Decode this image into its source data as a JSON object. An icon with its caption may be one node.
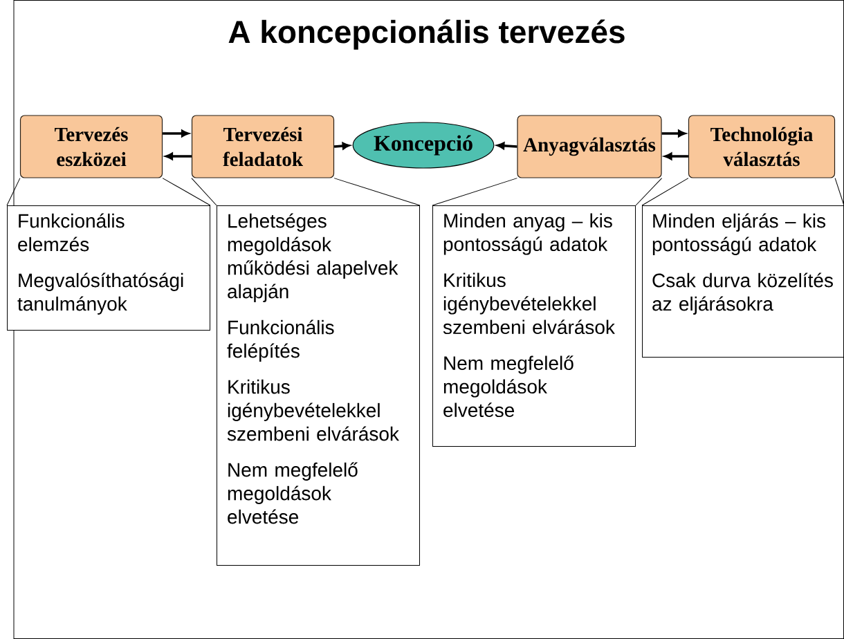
{
  "diagram": {
    "title": "A koncepcionális tervezés",
    "nodes": [
      {
        "text": [
          "Tervezés eszközei"
        ]
      },
      {
        "text": [
          "Tervezési feladatok"
        ]
      },
      {
        "text": [
          "Koncepció"
        ]
      },
      {
        "text": [
          "Anyagválasztás"
        ]
      },
      {
        "text": [
          "Technológia választás"
        ]
      },
      {
        "text": [
          "Funkcionális elemzés",
          "Megvalósíthatósági tanulmányok"
        ]
      },
      {
        "text": [
          "Lehetséges megoldások működési alapelvek alapján",
          "Funkcionális felépítés",
          "Kritikus igénybevételekkel szembeni elvárások",
          "Nem megfelelő megoldások elvetése"
        ]
      },
      {
        "text": [
          "Minden anyag – kis pontosságú adatok",
          "Kritikus igénybevételekkel szembeni elvárások",
          "Nem megfelelő megoldások elvetése"
        ]
      },
      {
        "text": [
          "Minden eljárás – kis pontosságú adatok",
          "Csak durva közelítés az eljárásokra"
        ]
      }
    ],
    "edges": [
      {
        "from": 0,
        "to": 1,
        "arrow": "to",
        "style": "thick"
      },
      {
        "from": 1,
        "to": 0,
        "arrow": "to",
        "style": "thick"
      },
      {
        "from": 1,
        "to": 2,
        "arrow": "to",
        "style": "thick"
      },
      {
        "from": 3,
        "to": 2,
        "arrow": "to",
        "style": "thick"
      },
      {
        "from": 3,
        "to": 4,
        "arrow": "to",
        "style": "thick"
      },
      {
        "from": 4,
        "to": 3,
        "arrow": "to",
        "style": "thick"
      },
      {
        "from": 0,
        "to": 5,
        "arrow": "none"
      },
      {
        "from": 0,
        "to": 5,
        "arrow": "none"
      },
      {
        "from": 1,
        "to": 6,
        "arrow": "none"
      },
      {
        "from": 1,
        "to": 6,
        "arrow": "none"
      },
      {
        "from": 3,
        "to": 7,
        "arrow": "none"
      },
      {
        "from": 3,
        "to": 7,
        "arrow": "none"
      },
      {
        "from": 4,
        "to": 8,
        "arrow": "none"
      },
      {
        "from": 4,
        "to": 8,
        "arrow": "none"
      }
    ]
  }
}
